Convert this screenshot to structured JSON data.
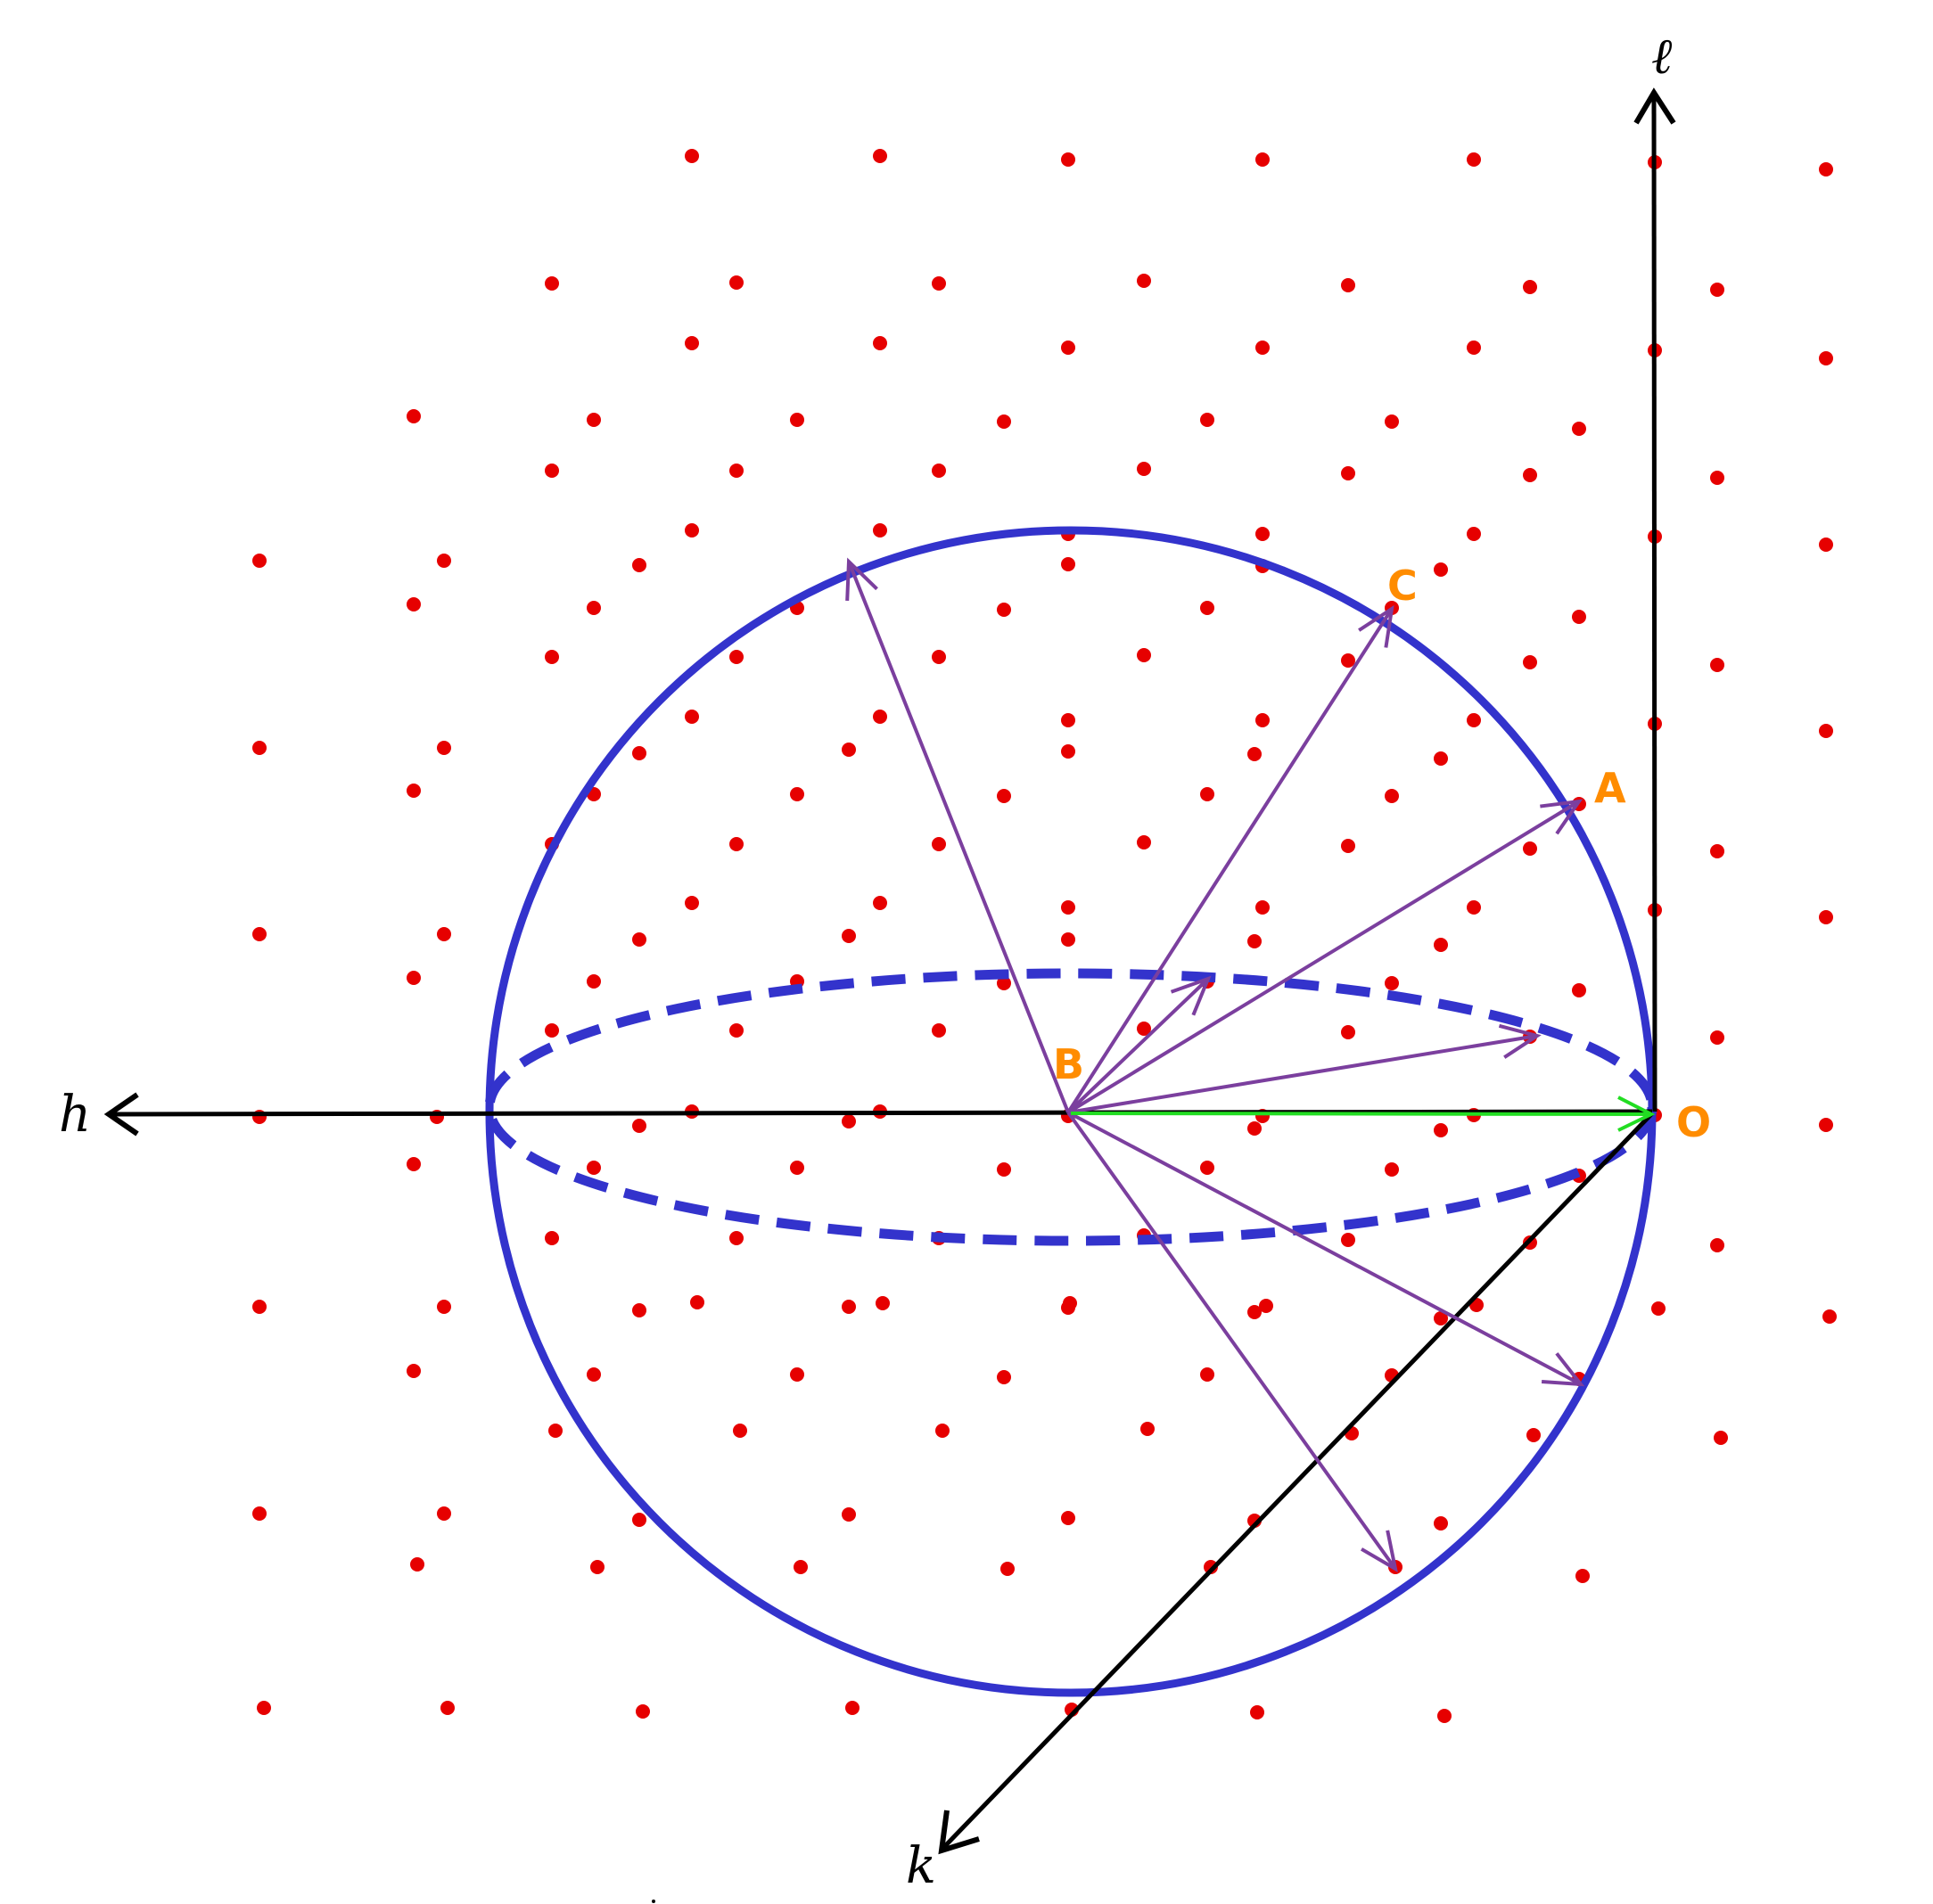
{
  "axes": {
    "h": "h",
    "k": "k",
    "l": "ℓ"
  },
  "points": {
    "origin": "O",
    "center": "B",
    "a": "A",
    "c": "C"
  },
  "colors": {
    "lattice_point": "#e60000",
    "sphere": "#3333cc",
    "vector": "#7b3f9e",
    "incident_beam": "#22dd22",
    "point_label": "#ff8c00",
    "axis": "#000000"
  },
  "sphere_style": {
    "outline": "solid",
    "equator": "dashed"
  },
  "lattice": {
    "description_free": true
  }
}
